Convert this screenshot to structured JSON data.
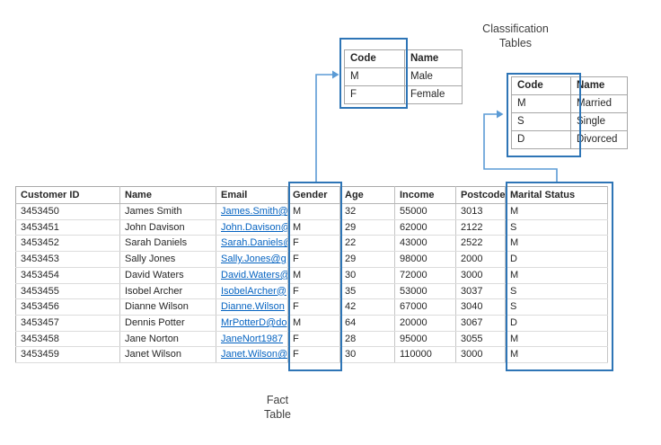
{
  "labels": {
    "classification_title_line1": "Classification",
    "classification_title_line2": "Tables",
    "fact_label_line1": "Fact",
    "fact_label_line2": "Table"
  },
  "gender_table": {
    "columns": [
      "Code",
      "Name"
    ],
    "rows": [
      [
        "M",
        "Male"
      ],
      [
        "F",
        "Female"
      ]
    ]
  },
  "marital_table": {
    "columns": [
      "Code",
      "Name"
    ],
    "rows": [
      [
        "M",
        "Married"
      ],
      [
        "S",
        "Single"
      ],
      [
        "D",
        "Divorced"
      ]
    ]
  },
  "fact_table": {
    "columns": [
      "Customer ID",
      "Name",
      "Email",
      "Gender",
      "Age",
      "Income",
      "Postcode",
      "Marital Status"
    ],
    "link_columns": [
      2
    ],
    "rows": [
      [
        "3453450",
        "James Smith",
        "James.Smith@g",
        "M",
        "32",
        "55000",
        "3013",
        "M"
      ],
      [
        "3453451",
        "John Davison",
        "John.Davison@",
        "M",
        "29",
        "62000",
        "2122",
        "S"
      ],
      [
        "3453452",
        "Sarah Daniels",
        "Sarah.Daniels@",
        "F",
        "22",
        "43000",
        "2522",
        "M"
      ],
      [
        "3453453",
        "Sally Jones",
        "Sally.Jones@g",
        "F",
        "29",
        "98000",
        "2000",
        "D"
      ],
      [
        "3453454",
        "David Waters",
        "David.Waters@",
        "M",
        "30",
        "72000",
        "3000",
        "M"
      ],
      [
        "3453455",
        "Isobel Archer",
        "IsobelArcher@",
        "F",
        "35",
        "53000",
        "3037",
        "S"
      ],
      [
        "3453456",
        "Dianne Wilson",
        "Dianne.Wilson",
        "F",
        "42",
        "67000",
        "3040",
        "S"
      ],
      [
        "3453457",
        "Dennis Potter",
        "MrPotterD@do",
        "M",
        "64",
        "20000",
        "3067",
        "D"
      ],
      [
        "3453458",
        "Jane Norton",
        "JaneNort1987",
        "F",
        "28",
        "95000",
        "3055",
        "M"
      ],
      [
        "3453459",
        "Janet Wilson",
        "Janet.Wilson@",
        "F",
        "30",
        "110000",
        "3000",
        "M"
      ]
    ]
  },
  "colors": {
    "highlight_box": "#2e75b6",
    "connector": "#5b9bd5",
    "hyperlink": "#0563c1"
  }
}
